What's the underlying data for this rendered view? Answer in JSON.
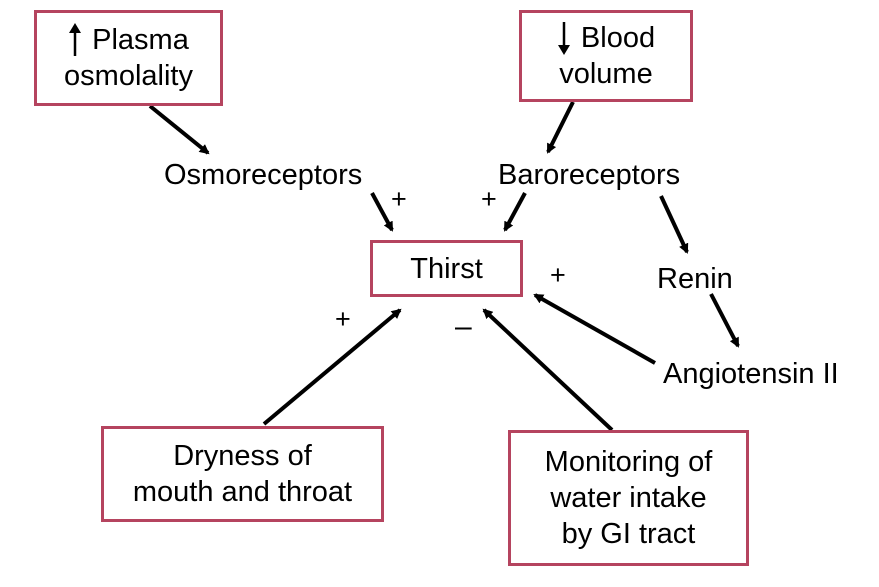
{
  "diagram": {
    "boxes": {
      "plasma_osmolality": {
        "line1": "Plasma",
        "line2": "osmolality",
        "direction": "up"
      },
      "blood_volume": {
        "line1": "Blood",
        "line2": "volume",
        "direction": "down"
      },
      "thirst": {
        "label": "Thirst"
      },
      "dryness": {
        "line1": "Dryness of",
        "line2": "mouth and throat"
      },
      "monitoring": {
        "line1": "Monitoring of",
        "line2": "water intake",
        "line3": "by GI tract"
      }
    },
    "labels": {
      "osmoreceptors": "Osmoreceptors",
      "baroreceptors": "Baroreceptors",
      "renin": "Renin",
      "angiotensin": "Angiotensin II"
    },
    "signs": {
      "osmoreceptors": "+",
      "baroreceptors": "+",
      "angiotensin": "+",
      "dryness": "+",
      "monitoring": "–"
    },
    "colors": {
      "box_border": "#b5445f",
      "arrow": "#000000"
    }
  }
}
